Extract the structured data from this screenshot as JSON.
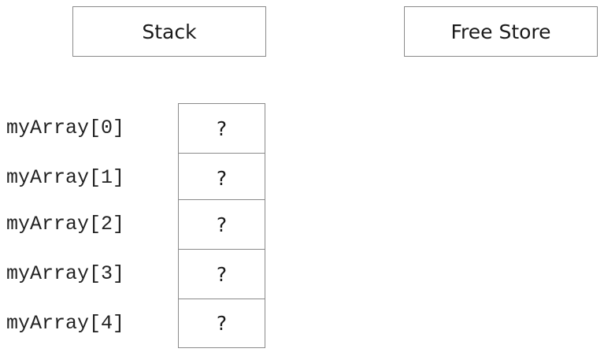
{
  "headers": {
    "stack": "Stack",
    "free_store": "Free Store"
  },
  "array": [
    {
      "label": "myArray[0]",
      "value": "?"
    },
    {
      "label": "myArray[1]",
      "value": "?"
    },
    {
      "label": "myArray[2]",
      "value": "?"
    },
    {
      "label": "myArray[3]",
      "value": "?"
    },
    {
      "label": "myArray[4]",
      "value": "?"
    }
  ]
}
